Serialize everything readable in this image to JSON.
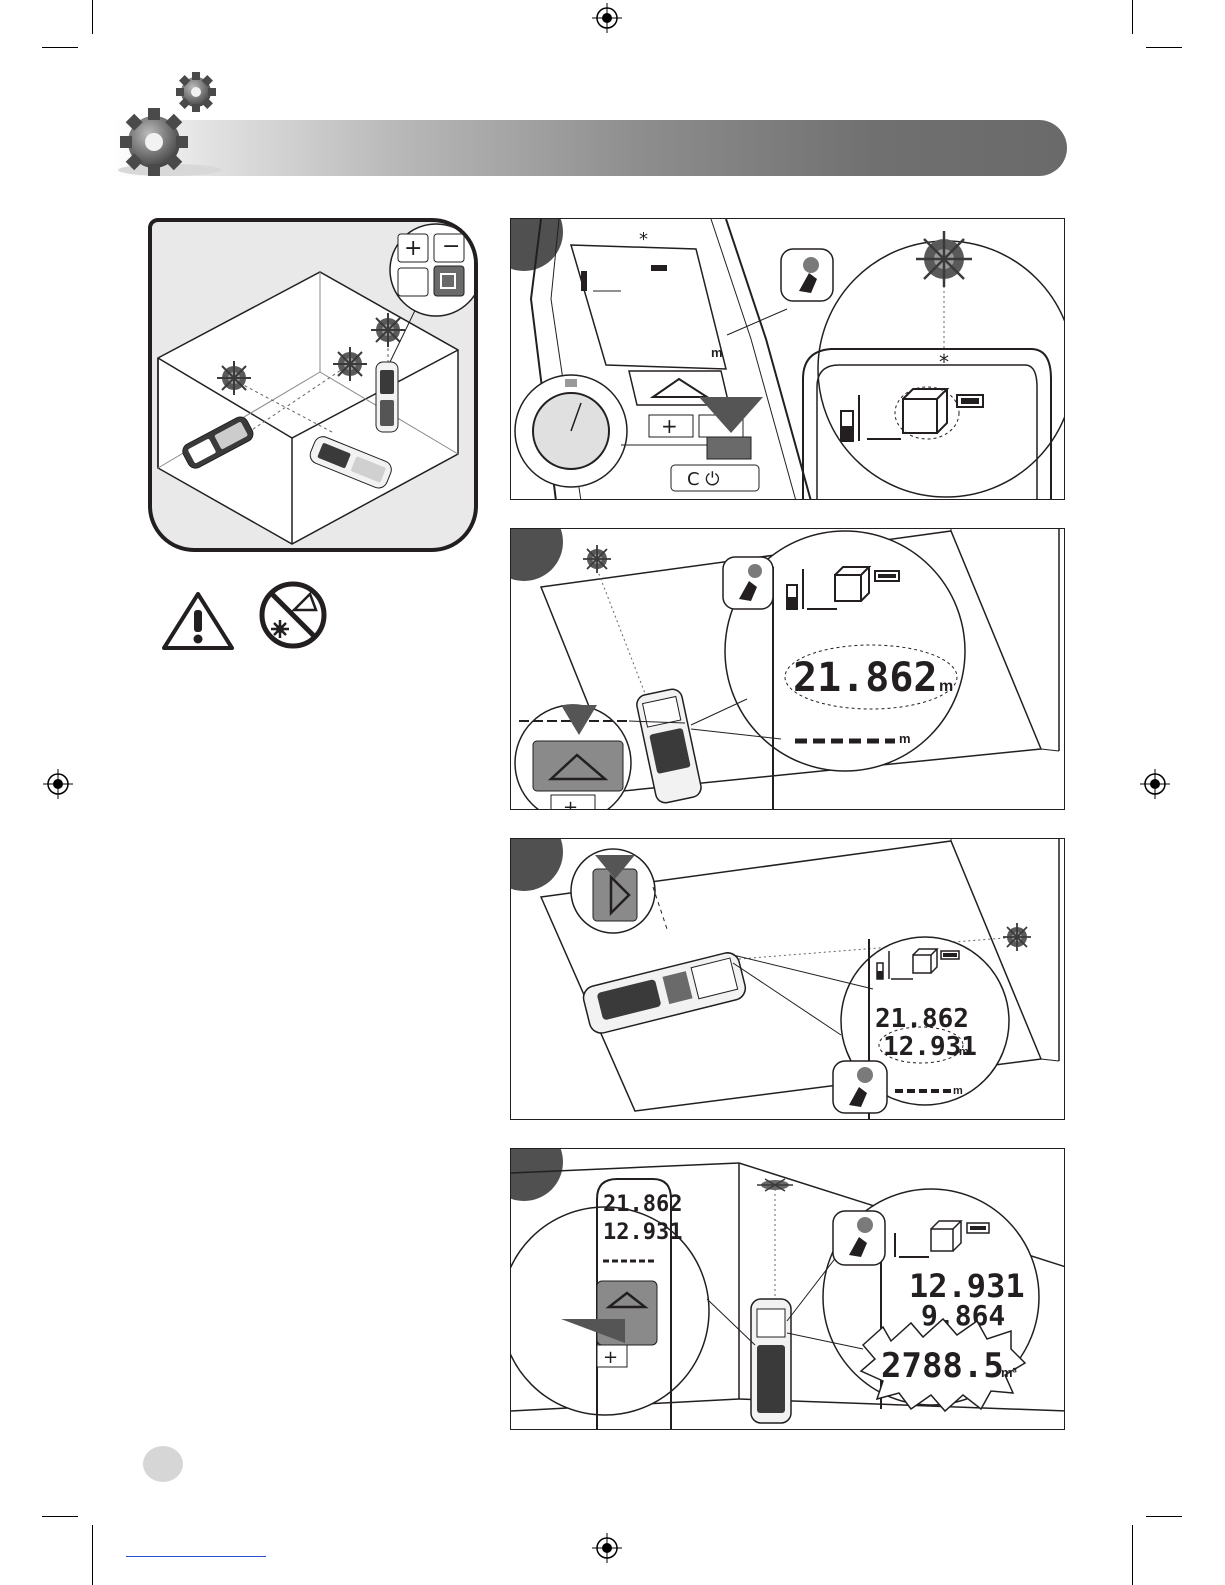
{
  "page": {
    "step_count": 4
  },
  "steps": [
    {
      "id": 1,
      "display_unit": "m"
    },
    {
      "id": 2,
      "reading_1": "21.862",
      "unit": "m"
    },
    {
      "id": 3,
      "reading_1": "21.862",
      "reading_2": "12.931",
      "unit": "m"
    },
    {
      "id": 4,
      "reading_1": "21.862",
      "reading_2": "12.931",
      "reading_3": "9.864",
      "volume_result": "2788.5",
      "volume_unit": "m³"
    }
  ],
  "icons": [
    "gears-icon",
    "warning-triangle-icon",
    "no-laser-eye-icon",
    "stopwatch-icon",
    "info-hand-icon",
    "laser-spot-icon",
    "volume-cube-icon",
    "battery-icon",
    "measure-button-icon"
  ],
  "colors": {
    "ink": "#231f20",
    "panel_grey": "#e9e9ea",
    "badge_grey": "#505050",
    "header_grey": "#707070"
  }
}
